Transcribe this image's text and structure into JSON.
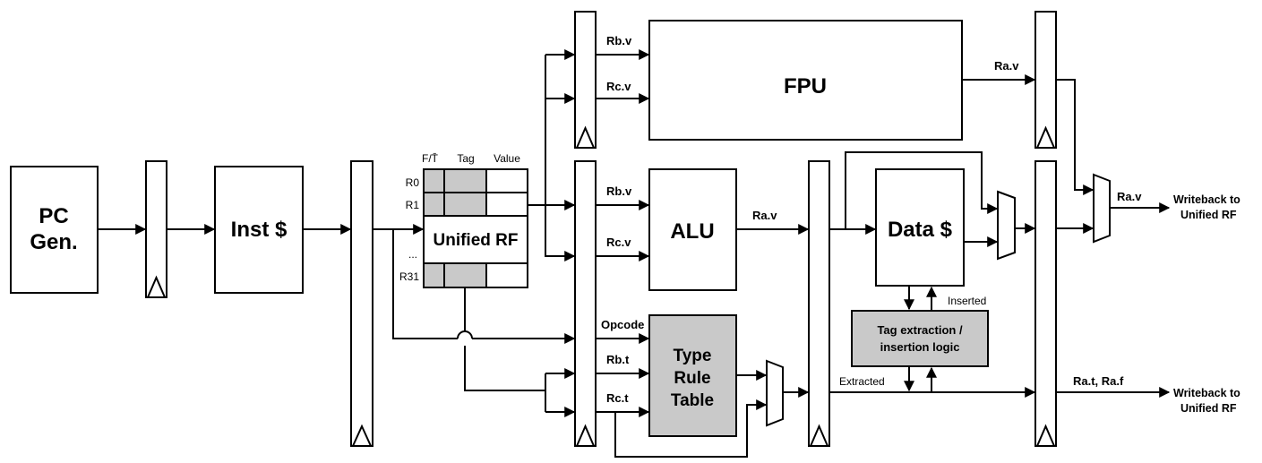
{
  "blocks": {
    "pc_gen": [
      "PC",
      "Gen."
    ],
    "inst_cache": "Inst $",
    "unified_rf": "Unified RF",
    "fpu": "FPU",
    "alu": "ALU",
    "type_rule_table": [
      "Type",
      "Rule",
      "Table"
    ],
    "data_cache": "Data $",
    "tag_logic": [
      "Tag extraction /",
      "insertion logic"
    ]
  },
  "rf_table": {
    "col_flag": "F/T̄",
    "col_tag": "Tag",
    "col_value": "Value",
    "row_r0": "R0",
    "row_r1": "R1",
    "row_ellipsis": "...",
    "row_r31": "R31"
  },
  "signals": {
    "fpu_rb_v": "Rb.v",
    "fpu_rc_v": "Rc.v",
    "fpu_ra_v": "Ra.v",
    "alu_rb_v": "Rb.v",
    "alu_rc_v": "Rc.v",
    "alu_ra_v": "Ra.v",
    "opcode": "Opcode",
    "rb_t": "Rb.t",
    "rc_t": "Rc.t",
    "inserted": "Inserted",
    "extracted": "Extracted",
    "final_ra_v": "Ra.v",
    "ra_t_ra_f": "Ra.t, Ra.f"
  },
  "writeback": {
    "top": [
      "Writeback to",
      "Unified RF"
    ],
    "bottom": [
      "Writeback to",
      "Unified RF"
    ]
  }
}
